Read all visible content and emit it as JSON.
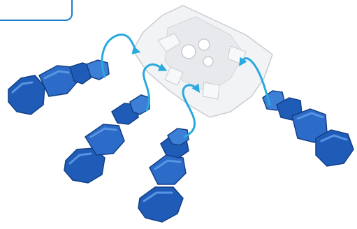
{
  "diagram": {
    "callout_box": {
      "text": ""
    },
    "colors": {
      "arrow": "#2aa9df",
      "peg_fill": "#1f5cb8",
      "peg_light": "#3d7fd6",
      "peg_dark": "#123f86",
      "hub_fill": "#f2f3f5",
      "hub_stroke": "#c9ccd3",
      "callout_border": "#1f7cc8"
    },
    "parts": {
      "hub": "clear-connector-hub",
      "pegs": [
        "blue-peg-1",
        "blue-peg-2",
        "blue-peg-3",
        "blue-peg-4"
      ]
    },
    "hub_embossed_text": "",
    "arrows": [
      "insert-arrow-1",
      "insert-arrow-2",
      "insert-arrow-3",
      "insert-arrow-4"
    ]
  }
}
